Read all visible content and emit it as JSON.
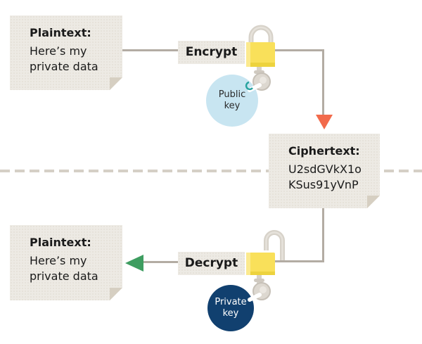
{
  "diagram": {
    "description": "Public-key encryption flow diagram",
    "cards": {
      "plaintext_top": {
        "title": "Plaintext:",
        "line1": "Here’s my",
        "line2": "private data"
      },
      "ciphertext": {
        "title": "Ciphertext:",
        "line1": "U2sdGVkX1o",
        "line2": "KSus91yVnP"
      },
      "plaintext_bottom": {
        "title": "Plaintext:",
        "line1": "Here’s my",
        "line2": "private data"
      }
    },
    "labels": {
      "encrypt": "Encrypt",
      "decrypt": "Decrypt"
    },
    "key_tags": {
      "public": {
        "line1": "Public",
        "line2": "key"
      },
      "private": {
        "line1": "Private",
        "line2": "key"
      }
    },
    "icons": [
      "lock-closed-icon",
      "lock-open-icon",
      "key-icon",
      "arrow-down-icon",
      "arrow-left-icon"
    ],
    "colors": {
      "card_beige": "#edeae4",
      "fold_beige": "#d6cfc2",
      "connector_gray": "#b3aca3",
      "dashed_boundary": "#d5cfc6",
      "lock_yellow": "#f9e05a",
      "lock_yellow_dark": "#edd33e",
      "shackle_gray": "#d7d2c9",
      "arrow_orange": "#f26a4b",
      "arrow_green": "#3e9d60",
      "public_key_blue": "#c8e5f1",
      "private_key_navy": "#11406f",
      "key_accent_teal": "#27a39f"
    }
  }
}
